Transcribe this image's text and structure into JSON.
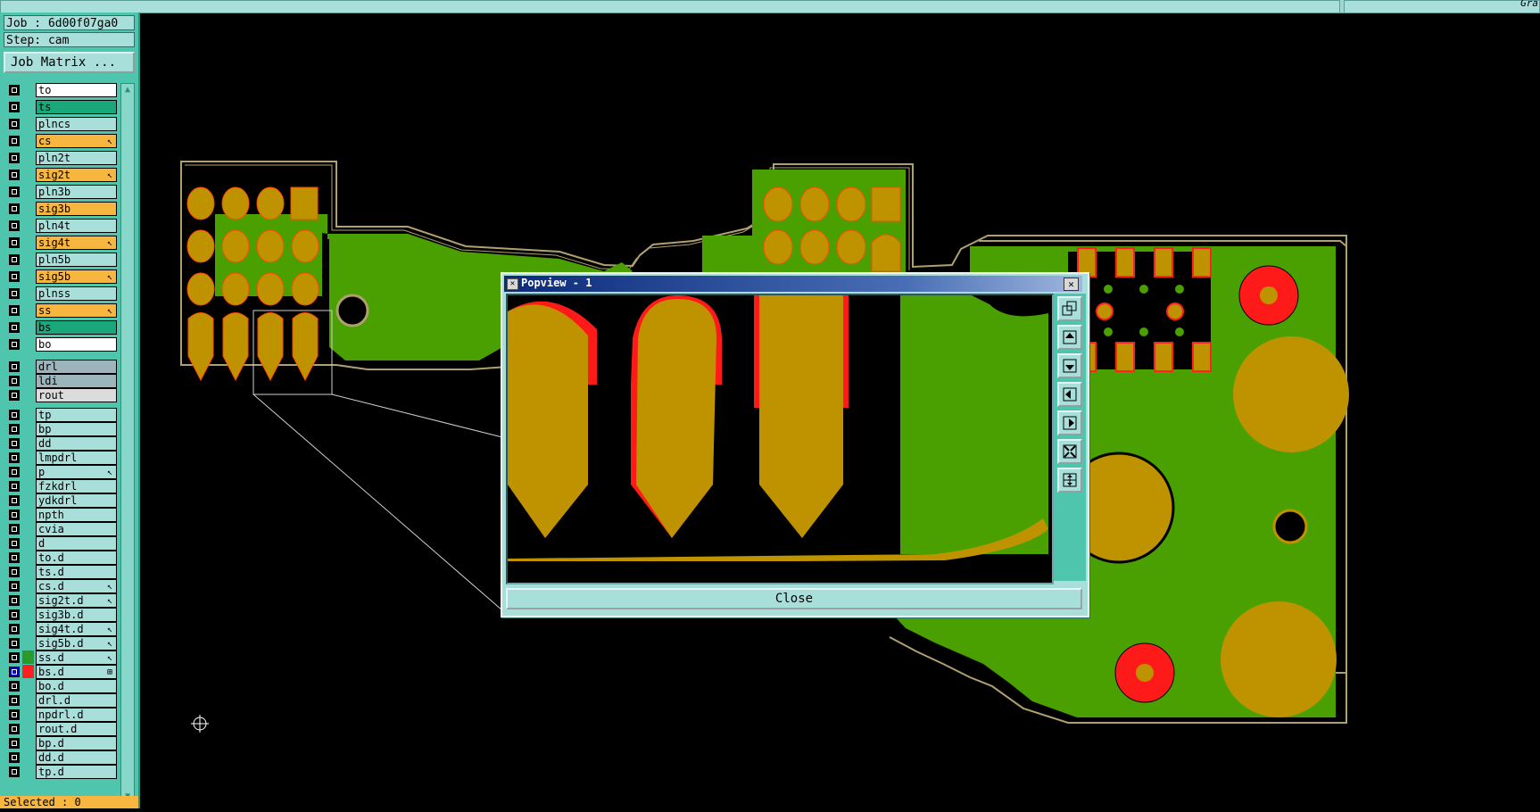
{
  "topbar": {
    "corner_text": "Gra"
  },
  "job": {
    "job_text": "Job : 6d00f07ga0",
    "step_text": "Step: cam",
    "matrix_button": "Job Matrix ..."
  },
  "layers": [
    {
      "name": "to",
      "color": "#ffffff"
    },
    {
      "name": "ts",
      "color": "#1aa77a"
    },
    {
      "name": "plncs",
      "color": "#a9dfdb"
    },
    {
      "name": "cs",
      "color": "#f6b640",
      "mark": "↖"
    },
    {
      "name": "pln2t",
      "color": "#a9dfdb"
    },
    {
      "name": "sig2t",
      "color": "#f6b640",
      "mark": "↖"
    },
    {
      "name": "pln3b",
      "color": "#a9dfdb"
    },
    {
      "name": "sig3b",
      "color": "#f6b640"
    },
    {
      "name": "pln4t",
      "color": "#a9dfdb"
    },
    {
      "name": "sig4t",
      "color": "#f6b640",
      "mark": "↖"
    },
    {
      "name": "pln5b",
      "color": "#a9dfdb"
    },
    {
      "name": "sig5b",
      "color": "#f6b640",
      "mark": "↖"
    },
    {
      "name": "plnss",
      "color": "#a9dfdb"
    },
    {
      "name": "ss",
      "color": "#f6b640",
      "mark": "↖"
    },
    {
      "name": "bs",
      "color": "#1aa77a"
    },
    {
      "name": "bo",
      "color": "#ffffff"
    },
    {
      "name": "drl",
      "color": "#9cb4bc"
    },
    {
      "name": "ldi",
      "color": "#9cb4bc"
    },
    {
      "name": "rout",
      "color": "#dcdcdc"
    },
    {
      "name": "tp",
      "color": "#a9dfdb"
    },
    {
      "name": "bp",
      "color": "#a9dfdb"
    },
    {
      "name": "dd",
      "color": "#a9dfdb"
    },
    {
      "name": "lmpdrl",
      "color": "#a9dfdb"
    },
    {
      "name": "p",
      "color": "#a9dfdb",
      "mark": "↖"
    },
    {
      "name": "fzkdrl",
      "color": "#a9dfdb"
    },
    {
      "name": "ydkdrl",
      "color": "#a9dfdb"
    },
    {
      "name": "npth",
      "color": "#a9dfdb"
    },
    {
      "name": "cvia",
      "color": "#a9dfdb"
    },
    {
      "name": "d",
      "color": "#a9dfdb"
    },
    {
      "name": "to.d",
      "color": "#a9dfdb"
    },
    {
      "name": "ts.d",
      "color": "#a9dfdb"
    },
    {
      "name": "cs.d",
      "color": "#a9dfdb",
      "mark": "↖"
    },
    {
      "name": "sig2t.d",
      "color": "#a9dfdb",
      "mark": "↖"
    },
    {
      "name": "sig3b.d",
      "color": "#a9dfdb"
    },
    {
      "name": "sig4t.d",
      "color": "#a9dfdb",
      "mark": "↖"
    },
    {
      "name": "sig5b.d",
      "color": "#a9dfdb",
      "mark": "↖"
    },
    {
      "name": "ss.d",
      "color": "#a9dfdb",
      "mark": "↖",
      "swatch": "#2a9a2a"
    },
    {
      "name": "bs.d",
      "color": "#a9dfdb",
      "mark": "⊞",
      "swatch": "#ff2020",
      "active": true
    },
    {
      "name": "bo.d",
      "color": "#a9dfdb"
    },
    {
      "name": "drl.d",
      "color": "#a9dfdb"
    },
    {
      "name": "npdrl.d",
      "color": "#a9dfdb"
    },
    {
      "name": "rout.d",
      "color": "#a9dfdb"
    },
    {
      "name": "bp.d",
      "color": "#a9dfdb"
    },
    {
      "name": "dd.d",
      "color": "#a9dfdb"
    },
    {
      "name": "tp.d",
      "color": "#a9dfdb"
    }
  ],
  "status": {
    "selected_text": "Selected : 0"
  },
  "popview": {
    "title": "Popview - 1",
    "close_label": "Close"
  },
  "colors": {
    "copper": "#bf9300",
    "mask": "#4aa000",
    "outline": "#b0a070",
    "clearance": "#ff1a1a"
  }
}
